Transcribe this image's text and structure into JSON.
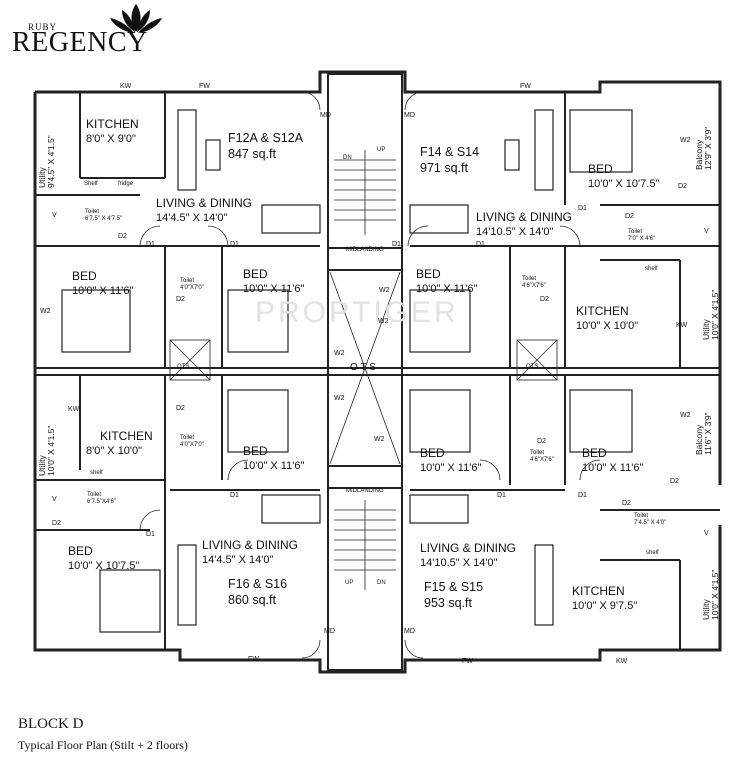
{
  "brand": {
    "small": "RUBY",
    "big": "REGENCY"
  },
  "watermark": "PROPTIGER",
  "footer": {
    "block": "BLOCK D",
    "subtitle": "Typical Floor Plan (Stilt + 2 floors)"
  },
  "units": {
    "f12a": {
      "name": "F12A & S12A",
      "area": "847 sq.ft"
    },
    "f14": {
      "name": "F14 & S14",
      "area": "971 sq.ft"
    },
    "f16": {
      "name": "F16 & S16",
      "area": "860 sq.ft"
    },
    "f15": {
      "name": "F15 & S15",
      "area": "953 sq.ft"
    }
  },
  "rooms": {
    "kitchen": "KITCHEN",
    "bed": "BED",
    "living": "LIVING & DINING",
    "toilet": "Toilet",
    "ots": "OTS",
    "ots_spaced": "O T S",
    "midlanding": "MIDLANDING",
    "shelf": "shelf",
    "shelf_cap": "Shelf",
    "fridge": "fridge",
    "utility": "Utility",
    "balcony": "Balcony"
  },
  "dims": {
    "k_tl": "8'0\" X 9'0\"",
    "k_ml": "8'0\" X 10'0\"",
    "k_mr": "10'0\" X 10'0\"",
    "k_br": "10'0\" X 9'7.5\"",
    "bed_tr": "10'0\" X 10'7.5\"",
    "bed_bl": "10'0\" X 10'7.5\"",
    "bed_std": "10'0\" X 11'6\"",
    "ld_f12": "14'4.5\" X 14'0\"",
    "ld_f14": "14'10.5\" X 14'0\"",
    "ld_f16": "14'4.5\" X 14'0\"",
    "ld_f15": "14'10.5\" X 14'0\"",
    "t_a": "6'7.5\" X 4'7.5\"",
    "t_b": "4'0\"X7'0\"",
    "t_c": "4'6\"X7'6\"",
    "t_d": "7'0\" X 4'6\"",
    "t_e": "4'0\"X7'0\"",
    "t_f": "4'6\"X7'6\"",
    "t_g": "6'7.5\"X4'6\"",
    "t_h": "7'4.5\" X 4'0\"",
    "u_tl": "9'4.5\" X 4'1.5\"",
    "u_ml": "10'0\" X 4'1.5\"",
    "u_mr": "10'0\" X 4'1.5\"",
    "u_br": "10'0\" X 4'1.5\"",
    "bal_tr": "12'9\" X 3'9\"",
    "bal_mr": "11'6\" X 3'9\""
  },
  "codes": {
    "kw": "KW",
    "fw": "FW",
    "md": "MD",
    "d1": "D1",
    "d2": "D2",
    "w2": "W2",
    "v": "V",
    "dn": "DN",
    "up": "UP"
  }
}
